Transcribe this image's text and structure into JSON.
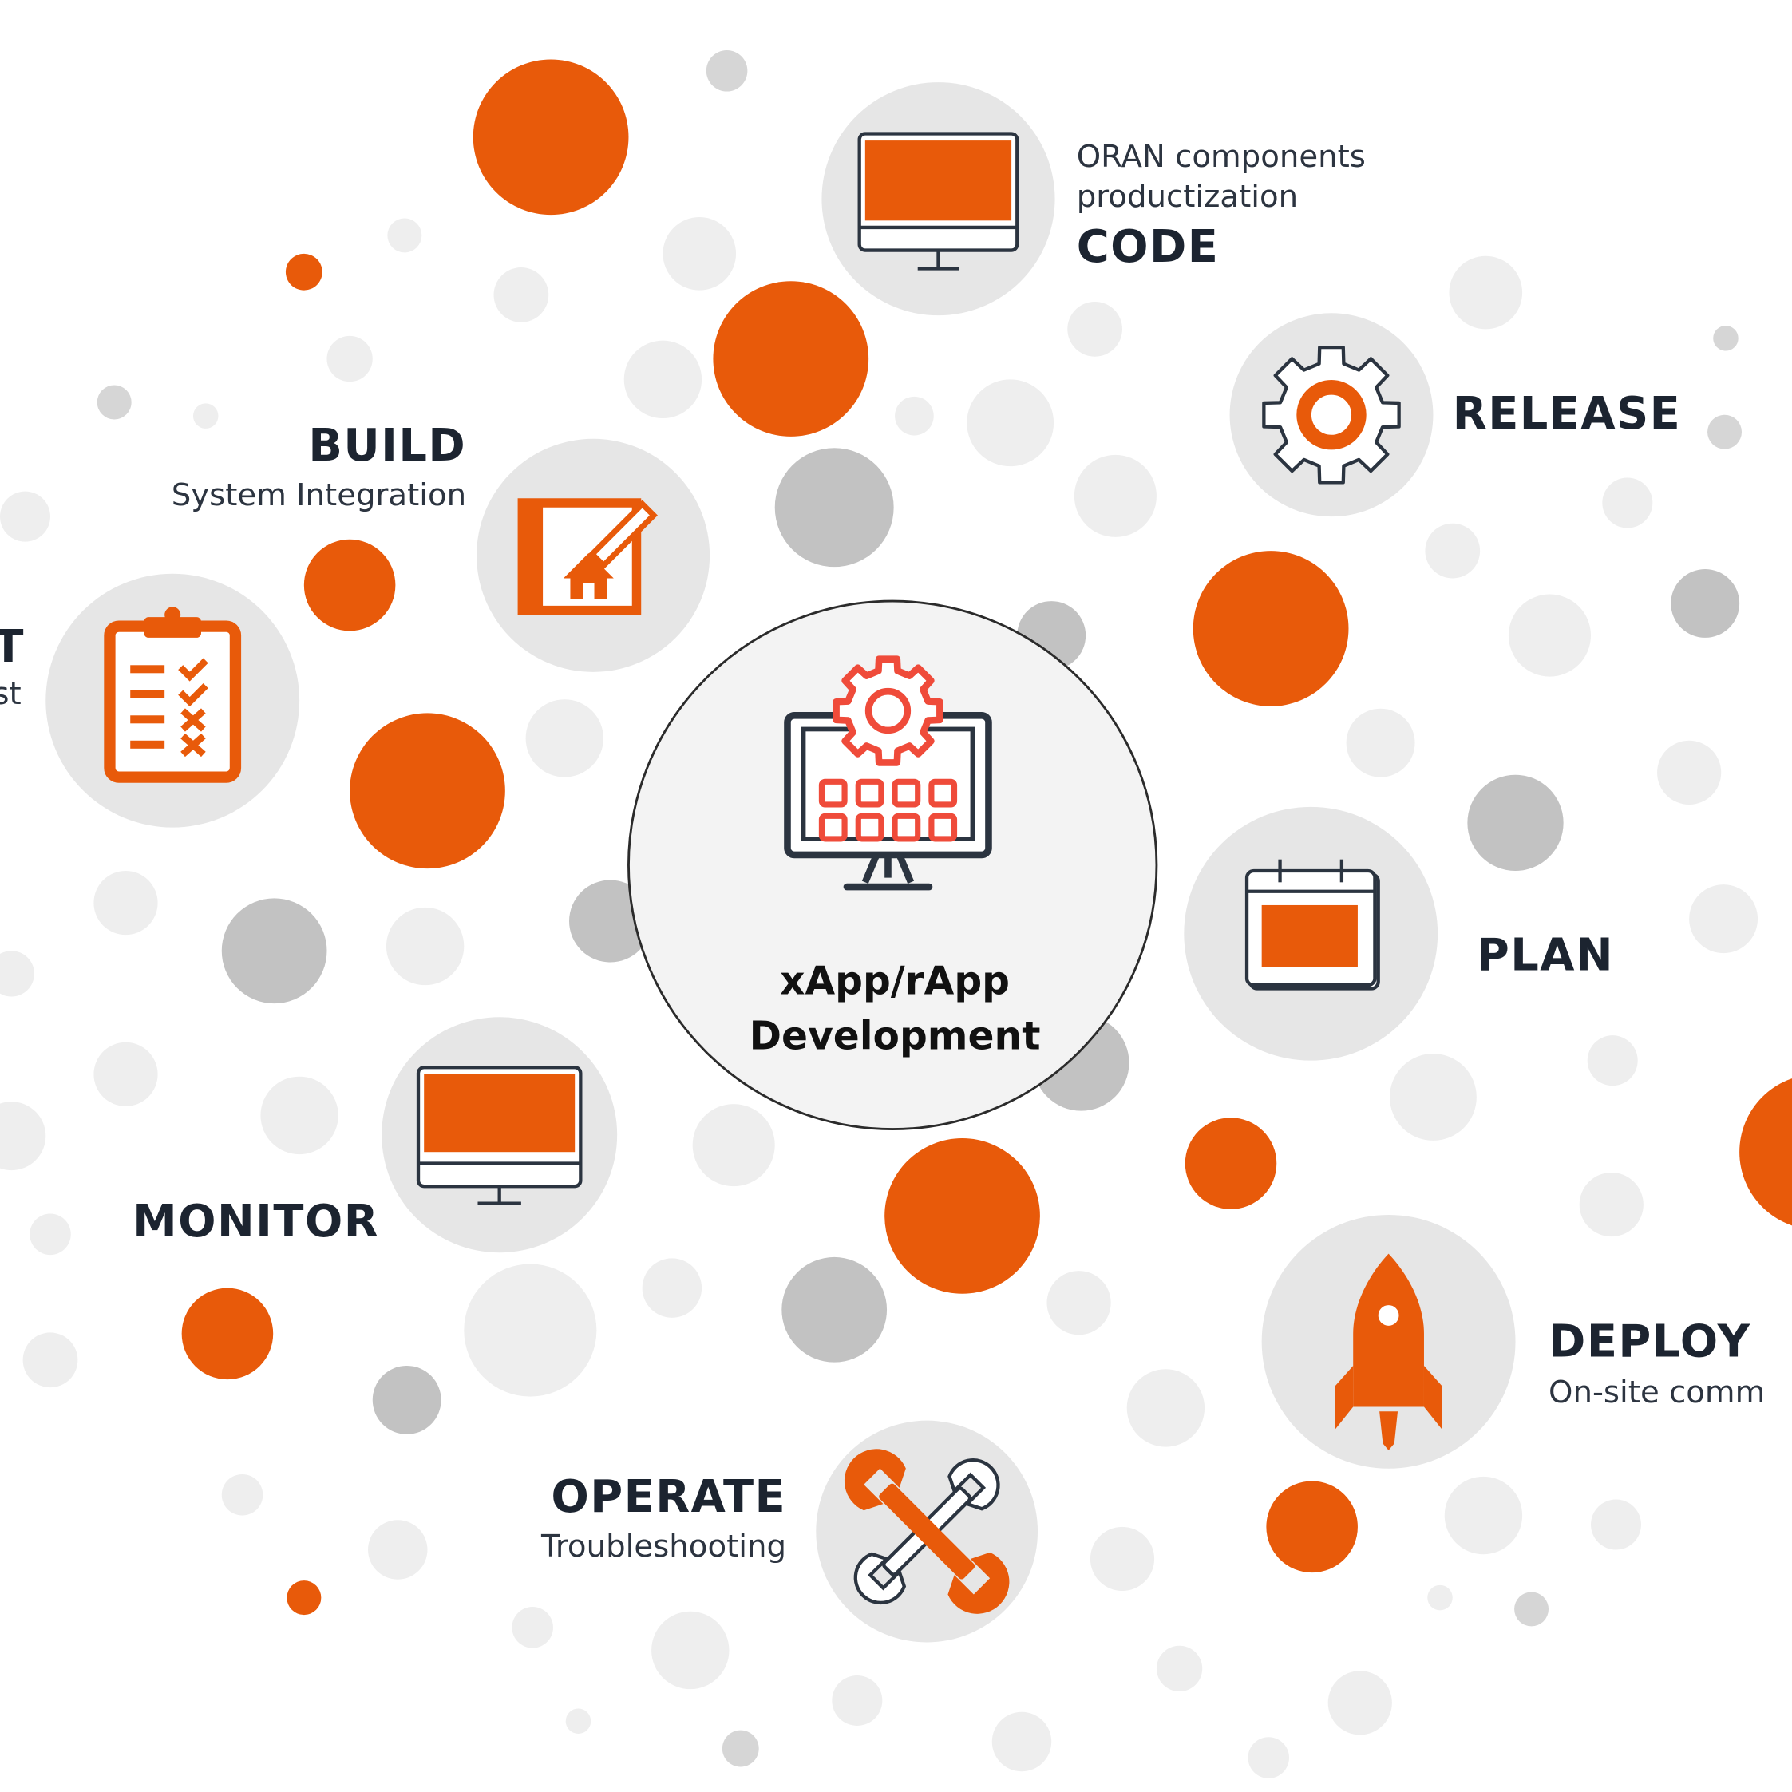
{
  "colors": {
    "accent": "#e85a0a",
    "node_bg": "#e6e6e6",
    "dot_light": "#eeeeee",
    "dot_mid": "#d6d6d6",
    "dot_dark": "#c2c2c2",
    "text_dark": "#1c2430",
    "icon_outline": "#2b3440",
    "center_icon": "#ef4b3a"
  },
  "center": {
    "title_line1": "xApp/rApp",
    "title_line2": "Development",
    "icon": "monitor-gear-grid-icon"
  },
  "stages": {
    "code": {
      "title": "CODE",
      "subtitle_line1": "ORAN components",
      "subtitle_line2": "productization",
      "icon": "monitor-icon"
    },
    "release": {
      "title": "RELEASE",
      "icon": "gear-icon"
    },
    "plan": {
      "title": "PLAN",
      "icon": "calendar-icon"
    },
    "deploy": {
      "title": "DEPLOY",
      "subtitle": "On-site comm",
      "icon": "rocket-icon"
    },
    "operate": {
      "title": "OPERATE",
      "subtitle": "Troubleshooting",
      "icon": "wrench-icon"
    },
    "monitor": {
      "title": "MONITOR",
      "icon": "monitor-icon"
    },
    "build": {
      "title": "BUILD",
      "subtitle": "System Integration",
      "icon": "blueprint-house-icon"
    },
    "test": {
      "title": "T",
      "subtitle": "st",
      "icon": "clipboard-checklist-icon"
    }
  }
}
